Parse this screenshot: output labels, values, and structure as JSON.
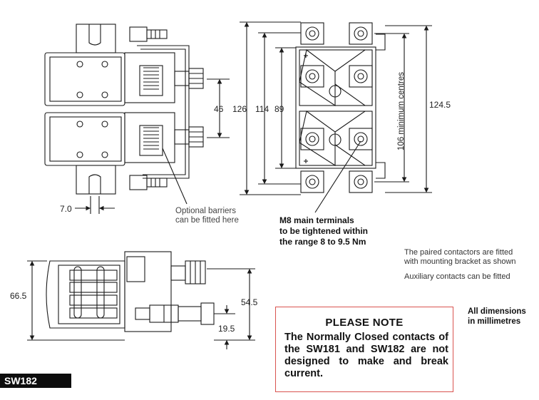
{
  "dimensions": {
    "d_46": "46",
    "d_126": "126",
    "d_114": "114",
    "d_89": "89",
    "d_124_5": "124.5",
    "d_106": "106 minimum centres",
    "d_7_0": "7.0",
    "d_66_5": "66.5",
    "d_54_5": "54.5",
    "d_19_5": "19.5"
  },
  "annotations": {
    "barriers_line1": "Optional barriers",
    "barriers_line2": "can be fitted here",
    "terminals_line1": "M8 main terminals",
    "terminals_line2": "to be tightened within",
    "terminals_line3": "the range 8 to 9.5 Nm",
    "paired_line1": "The paired contactors are fitted",
    "paired_line2": "with mounting bracket as shown",
    "auxiliary": "Auxiliary contacts can be fitted",
    "units_line1": "All dimensions",
    "units_line2": "in millimetres"
  },
  "note": {
    "title": "PLEASE NOTE",
    "body": "The Normally Closed contacts of the SW181 and SW182 are not designed to make and break current."
  },
  "model": "SW182",
  "colors": {
    "line": "#1a1a1a",
    "note_border": "#d9534f",
    "tag_bg": "#0d0d0d"
  }
}
